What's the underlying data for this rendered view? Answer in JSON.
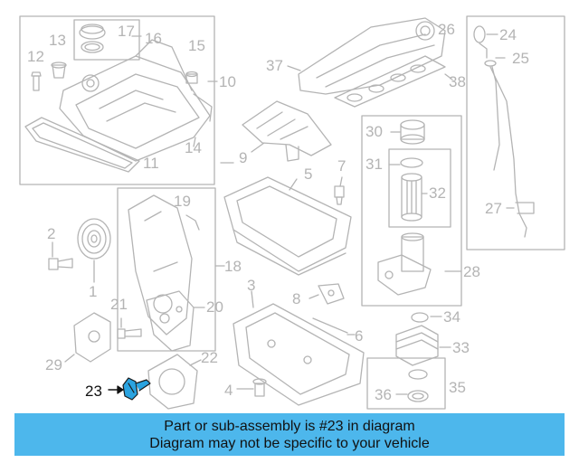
{
  "callouts": {
    "c1": "1",
    "c2": "2",
    "c3": "3",
    "c4": "4",
    "c5": "5",
    "c6": "6",
    "c7": "7",
    "c8": "8",
    "c9": "9",
    "c10": "10",
    "c11": "11",
    "c12": "12",
    "c13": "13",
    "c14": "14",
    "c15": "15",
    "c16": "16",
    "c17": "17",
    "c18": "18",
    "c19": "19",
    "c20": "20",
    "c21": "21",
    "c22": "22",
    "c23": "23",
    "c24": "24",
    "c25": "25",
    "c26": "26",
    "c27": "27",
    "c28": "28",
    "c29": "29",
    "c30": "30",
    "c31": "31",
    "c32": "32",
    "c33": "33",
    "c34": "34",
    "c35": "35",
    "c36": "36",
    "c37": "37",
    "c38": "38"
  },
  "highlighted_part": "23",
  "colors": {
    "line": "#b4b4b4",
    "highlight_part": "#2aa3e0",
    "banner_bg": "#4db7ec",
    "text_dark": "#111111"
  },
  "banner": {
    "line1": "Part or sub-assembly is #23 in diagram",
    "line2": "Diagram may not be specific to your vehicle"
  }
}
